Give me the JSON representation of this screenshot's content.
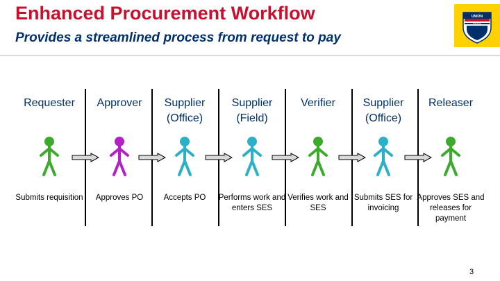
{
  "title": "Enhanced Procurement Workflow",
  "subtitle": "Provides a streamlined process from request to pay",
  "logo": {
    "line1": "UNION",
    "line2": "PACIFIC",
    "color": "#ffd100"
  },
  "steps": [
    {
      "role": "Requester",
      "role_line2": "",
      "desc": "Submits requisition",
      "color": "#3daa2e"
    },
    {
      "role": "Approver",
      "role_line2": "",
      "desc": "Approves PO",
      "color": "#b51fc6"
    },
    {
      "role": "Supplier",
      "role_line2": "(Office)",
      "desc": "Accepts PO",
      "color": "#2bb0c8"
    },
    {
      "role": "Supplier",
      "role_line2": "(Field)",
      "desc": "Performs work and enters SES",
      "color": "#2bb0c8"
    },
    {
      "role": "Verifier",
      "role_line2": "",
      "desc": "Verifies work and SES",
      "color": "#3daa2e"
    },
    {
      "role": "Supplier",
      "role_line2": "(Office)",
      "desc": "Submits SES for invoicing",
      "color": "#2bb0c8"
    },
    {
      "role": "Releaser",
      "role_line2": "",
      "desc": "Approves SES and releases for payment",
      "color": "#3daa2e"
    }
  ],
  "page_number": "3",
  "colors": {
    "title": "#c8102e",
    "navy": "#002f6c",
    "arrow_fill": "#d9d9d9"
  }
}
